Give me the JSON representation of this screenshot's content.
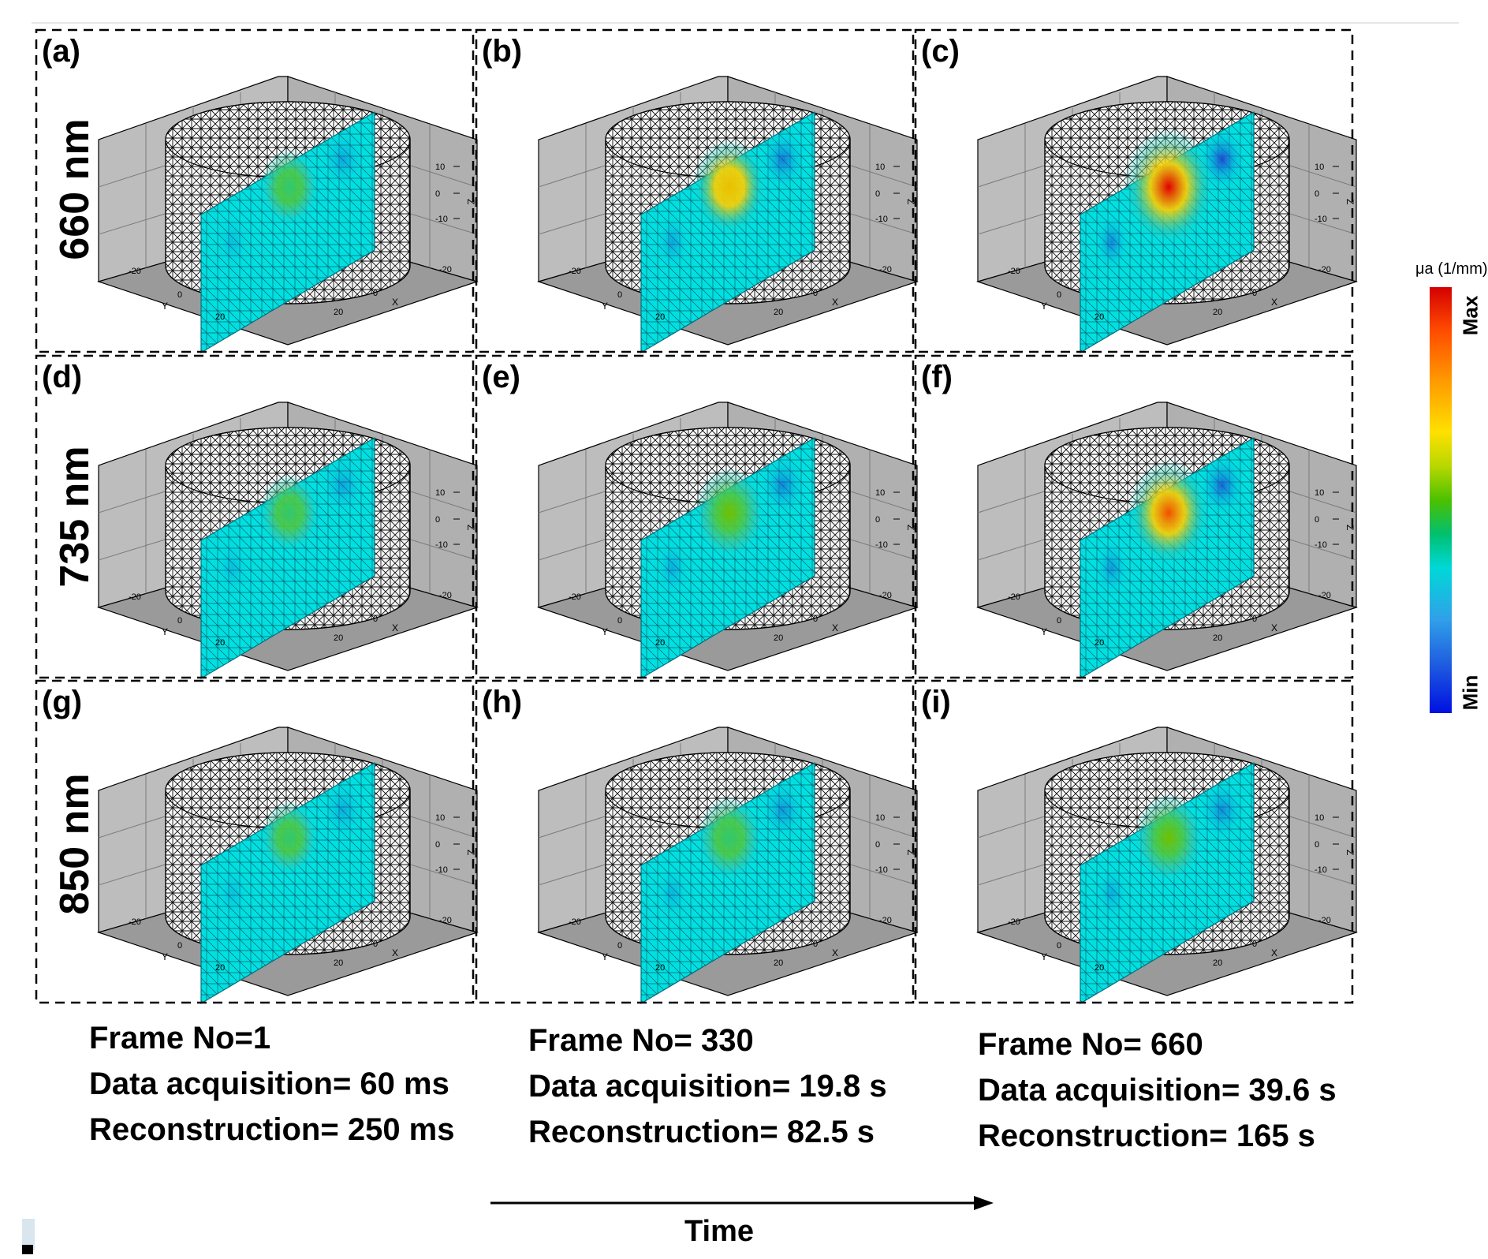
{
  "panels": [
    {
      "label": "(a)",
      "intensity": 0.15
    },
    {
      "label": "(b)",
      "intensity": 0.55
    },
    {
      "label": "(c)",
      "intensity": 1.0
    },
    {
      "label": "(d)",
      "intensity": 0.18
    },
    {
      "label": "(e)",
      "intensity": 0.45
    },
    {
      "label": "(f)",
      "intensity": 0.75
    },
    {
      "label": "(g)",
      "intensity": 0.1
    },
    {
      "label": "(h)",
      "intensity": 0.3
    },
    {
      "label": "(i)",
      "intensity": 0.4
    }
  ],
  "axis_ticks": {
    "z": [
      "10",
      "0",
      "-10"
    ],
    "x_neg": "-20",
    "x_zero": "0",
    "x_pos": "20",
    "y_neg": "-20",
    "y_zero": "0",
    "y_pos": "20",
    "x_label": "X",
    "y_label": "Y",
    "z_label": "Z"
  },
  "rows": [
    "660 nm",
    "735 nm",
    "850 nm"
  ],
  "columns": [
    {
      "frame": "Frame No=1",
      "acq": "Data acquisition= 60 ms",
      "rec": "Reconstruction= 250 ms"
    },
    {
      "frame": "Frame No= 330",
      "acq": "Data acquisition= 19.8 s",
      "rec": "Reconstruction= 82.5 s"
    },
    {
      "frame": "Frame No= 660",
      "acq": "Data acquisition= 39.6 s",
      "rec": "Reconstruction= 165 s"
    }
  ],
  "colorbar": {
    "title": "μa (1/mm)",
    "max": "Max",
    "min": "Min"
  },
  "time_label": "Time",
  "colors": {
    "slice": "#00e0e0",
    "box": "#b4b4b4",
    "floor": "#a0a0a0",
    "mesh": "#000000"
  }
}
